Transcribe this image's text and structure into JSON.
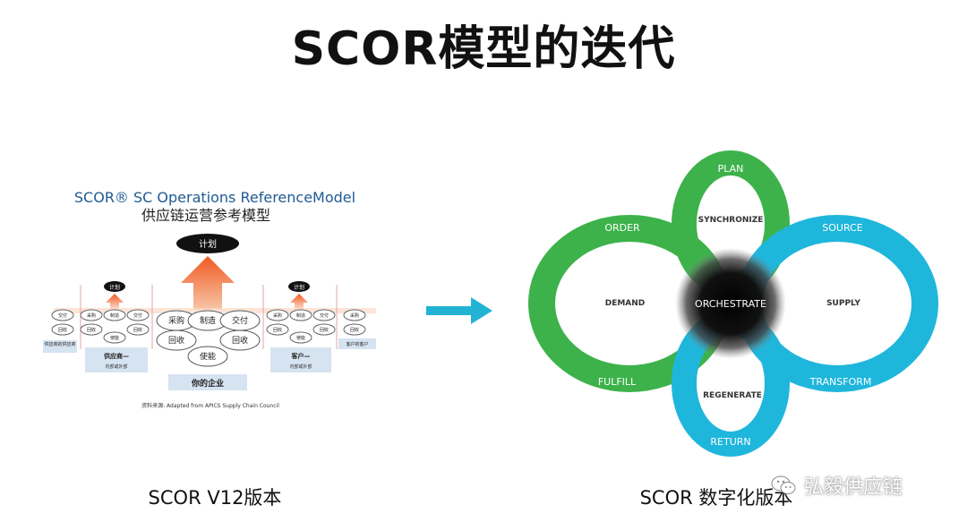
{
  "title": "SCOR模型的迭代",
  "left_diagram": {
    "heading_en": "SCOR® SC Operations ReferenceModel",
    "heading_cn": "供应链运营参考模型",
    "top_plan": "计划",
    "small_plan_left": "计划",
    "small_plan_right": "计划",
    "center_bubbles": {
      "purchase": "采购",
      "make": "制造",
      "deliver": "交付",
      "return_left": "回收",
      "return_right": "回收",
      "enable": "使能"
    },
    "supplier_side_bubbles": {
      "deliver": "交付",
      "return": "回收",
      "purchase": "采购",
      "make": "制造",
      "deliver2": "交付",
      "return2": "回收",
      "return3": "回收",
      "enable": "使能"
    },
    "customer_side_bubbles": {
      "purchase": "采购",
      "make": "制造",
      "deliver": "交付",
      "return": "回收",
      "return2": "回收",
      "enable": "使能",
      "purchase2": "采购",
      "return3": "回收"
    },
    "supplier_of_supplier": "供应商的供应商",
    "supplier_box": {
      "title": "供应商—",
      "sub": "内部或外部"
    },
    "your_company": "你的企业",
    "customer_box": {
      "title": "客户—",
      "sub": "内部或外部"
    },
    "customer_of_customer": "客户的客户",
    "source_note": "资料来源: Adapted from APICS Supply Chain Council"
  },
  "right_diagram": {
    "center": "ORCHESTRATE",
    "labels": {
      "plan": "PLAN",
      "synchronize": "SYNCHRONIZE",
      "order": "ORDER",
      "source": "SOURCE",
      "demand": "DEMAND",
      "supply": "SUPPLY",
      "fulfill": "FULFILL",
      "transform": "TRANSFORM",
      "regenerate": "REGENERATE",
      "return": "RETURN"
    },
    "colors": {
      "green": "#3db24b",
      "blue": "#1fb6dc"
    }
  },
  "caption_left": "SCOR V12版本",
  "caption_right": "SCOR 数字化版本",
  "watermark": "弘毅供应链"
}
